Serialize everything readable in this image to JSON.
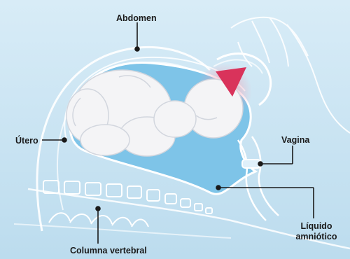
{
  "labels": {
    "abdomen": "Abdomen",
    "utero": "Útero",
    "vagina": "Vagina",
    "liquido_line1": "Líquido",
    "liquido_line2": "amniótico",
    "columna": "Columna vertebral"
  },
  "colors": {
    "background": "#cfe6f4",
    "amniotic_fluid": "#7ec4e8",
    "outline": "#ffffff",
    "fetus": "#f4f4f6",
    "accent_arrow": "#d9335b",
    "glow": "#f2a0b4",
    "leader_line": "#1a1a1a"
  }
}
